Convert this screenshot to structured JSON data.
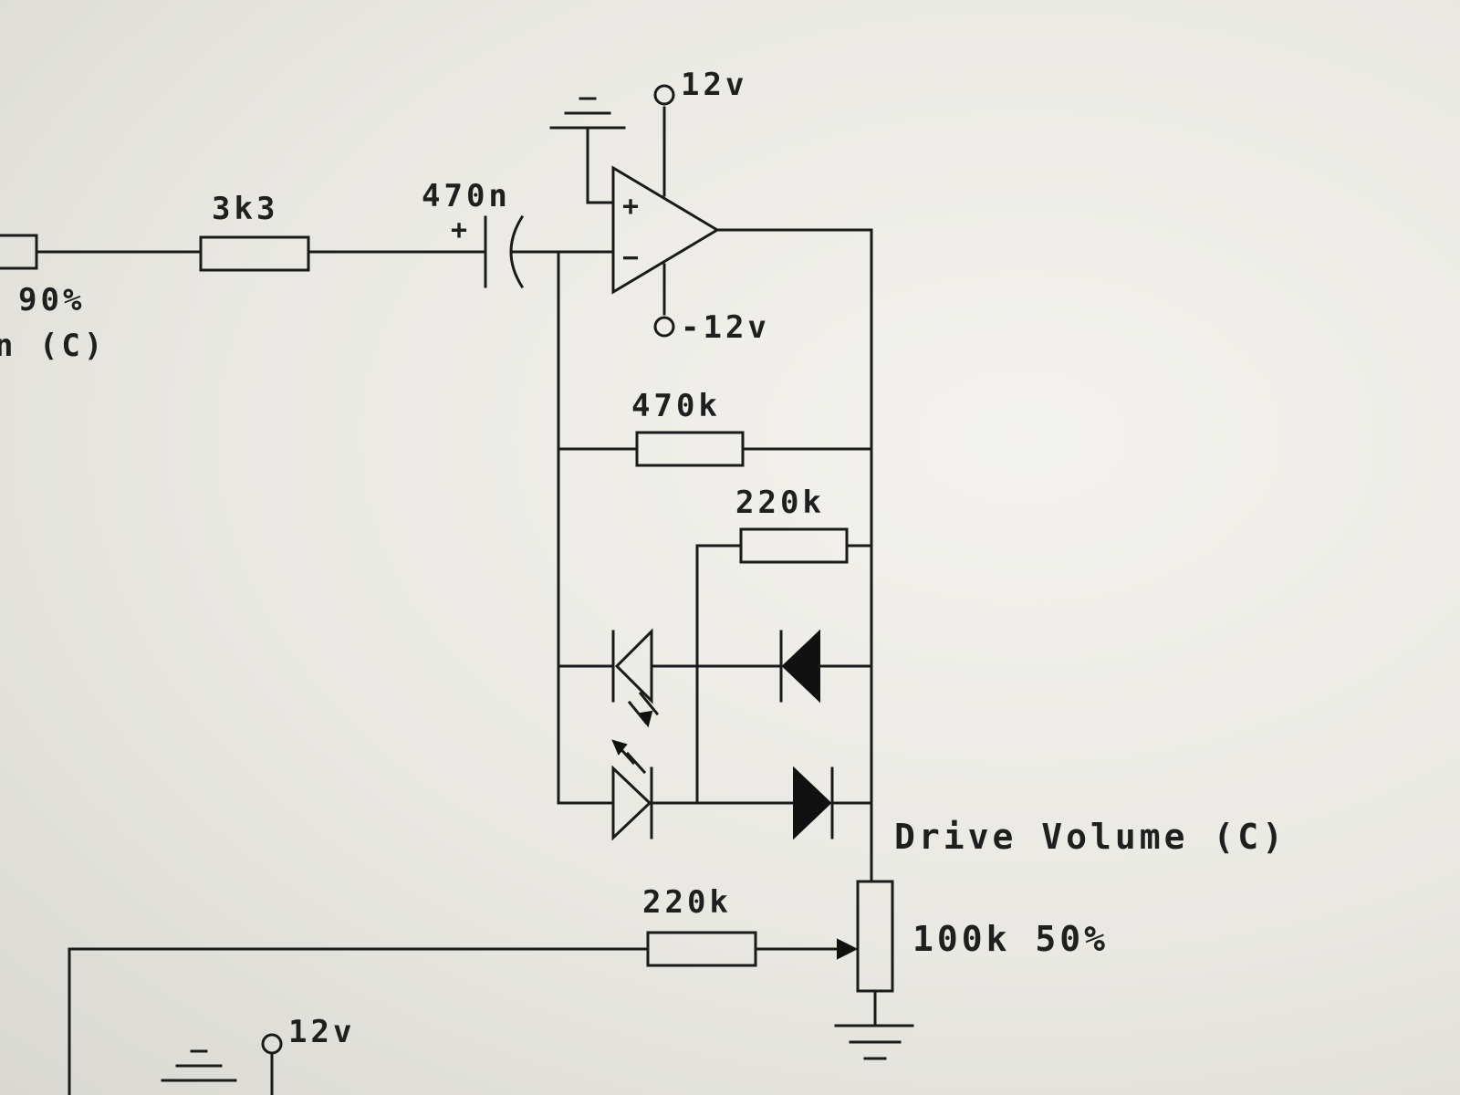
{
  "labels": {
    "r_3k3": "3k3",
    "c_470n": "470n",
    "c_plus": "+",
    "opamp_plus": "+",
    "opamp_minus": "−",
    "vplus_top": "12v",
    "vminus": "-12v",
    "r_470k": "470k",
    "r_220k_a": "220k",
    "r_220k_b": "220k",
    "left_pct": "90%",
    "left_cut": "n (C)",
    "drive_volume": "Drive Volume (C)",
    "pot_value": "100k 50%",
    "vplus_bottom": "12v"
  },
  "colors": {
    "ink": "#1a1a1a",
    "paper": "#eceae5"
  }
}
